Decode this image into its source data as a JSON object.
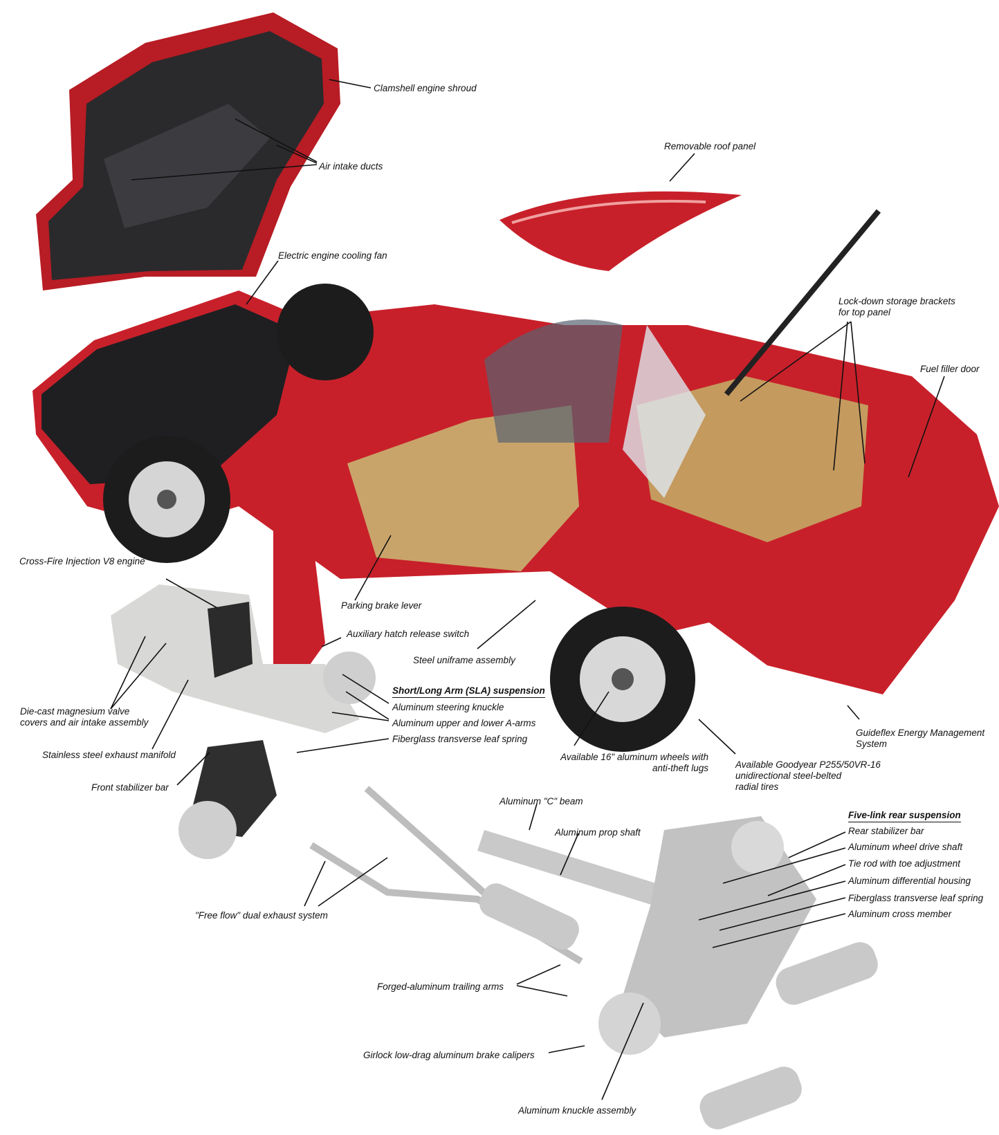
{
  "labels": {
    "clamshell": "Clamshell engine shroud",
    "air_intake": "Air intake ducts",
    "roof_panel": "Removable roof panel",
    "cooling_fan": "Electric engine cooling fan",
    "lockdown_1": "Lock-down storage brackets",
    "lockdown_2": "for top panel",
    "fuel_door": "Fuel filler door",
    "crossfire": "Cross-Fire Injection V8 engine",
    "parking_brake": "Parking brake lever",
    "hatch_switch": "Auxiliary hatch release switch",
    "uniframe": "Steel uniframe assembly",
    "valve_covers_1": "Die-cast magnesium valve",
    "valve_covers_2": "covers  and air intake assembly",
    "exhaust_manifold": "Stainless steel exhaust manifold",
    "front_stabilizer": "Front stabilizer bar",
    "wheels_1": "Available 16\" aluminum wheels with",
    "wheels_2": "anti-theft lugs",
    "tires_1": "Available Goodyear P255/50VR-16",
    "tires_2": "unidirectional steel-belted",
    "tires_3": "radial tires",
    "guideflex_1": "Guideflex Energy Management",
    "guideflex_2": "System",
    "c_beam": "Aluminum \"C\" beam",
    "prop_shaft": "Aluminum prop shaft",
    "dual_exhaust": "\"Free flow\" dual exhaust system",
    "trailing_arms": "Forged-aluminum trailing arms",
    "brake_calipers": "Girlock low-drag aluminum brake calipers",
    "knuckle_assembly": "Aluminum knuckle assembly"
  },
  "sla_suspension": {
    "heading": "Short/Long Arm (SLA) suspension",
    "items": [
      "Aluminum steering knuckle",
      "Aluminum upper and lower A-arms",
      "Fiberglass transverse leaf spring"
    ]
  },
  "rear_suspension": {
    "heading": "Five-link rear suspension",
    "items": [
      "Rear stabilizer bar",
      "Aluminum wheel drive shaft",
      "Tie rod with toe adjustment",
      "Aluminum differential housing",
      "Fiberglass transverse leaf spring",
      "Aluminum cross member"
    ]
  },
  "colors": {
    "body_red": "#c8202a",
    "interior_tan": "#c9a46a",
    "metal": "#c9c9c9",
    "tire": "#1c1c1c"
  }
}
